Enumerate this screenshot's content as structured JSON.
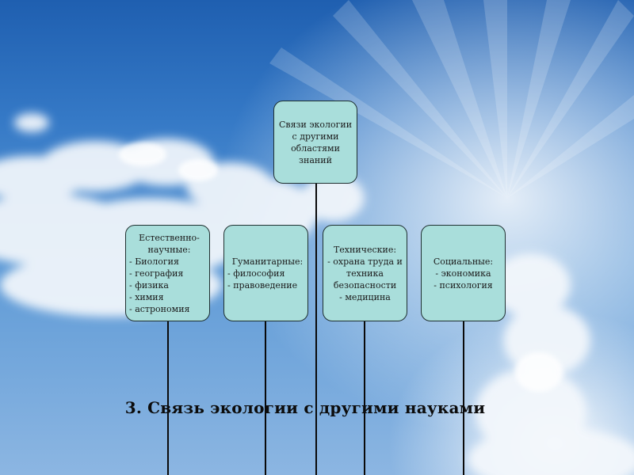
{
  "diagram": {
    "root": {
      "lines": [
        "Связи экологии",
        "с другими",
        "областями",
        "знаний"
      ]
    },
    "branches": [
      {
        "lines": [
          "Естественно-",
          "научные:",
          "- Биология",
          "- география",
          "- физика",
          "- химия",
          "- астрономия"
        ]
      },
      {
        "lines": [
          "Гуманитарные:",
          "- философия",
          "- правоведение"
        ]
      },
      {
        "lines": [
          "Технические:",
          "- охрана труда и",
          "техника",
          "безопасности",
          "- медицина"
        ]
      },
      {
        "lines": [
          "Социальные:",
          "- экономика",
          "- психология"
        ]
      }
    ]
  },
  "title": "3. Связь экологии с другими науками",
  "colors": {
    "box_fill": "#a9dedb",
    "box_border": "#1f3030",
    "connector": "#0a0a0a",
    "sky": "#3579c6"
  }
}
